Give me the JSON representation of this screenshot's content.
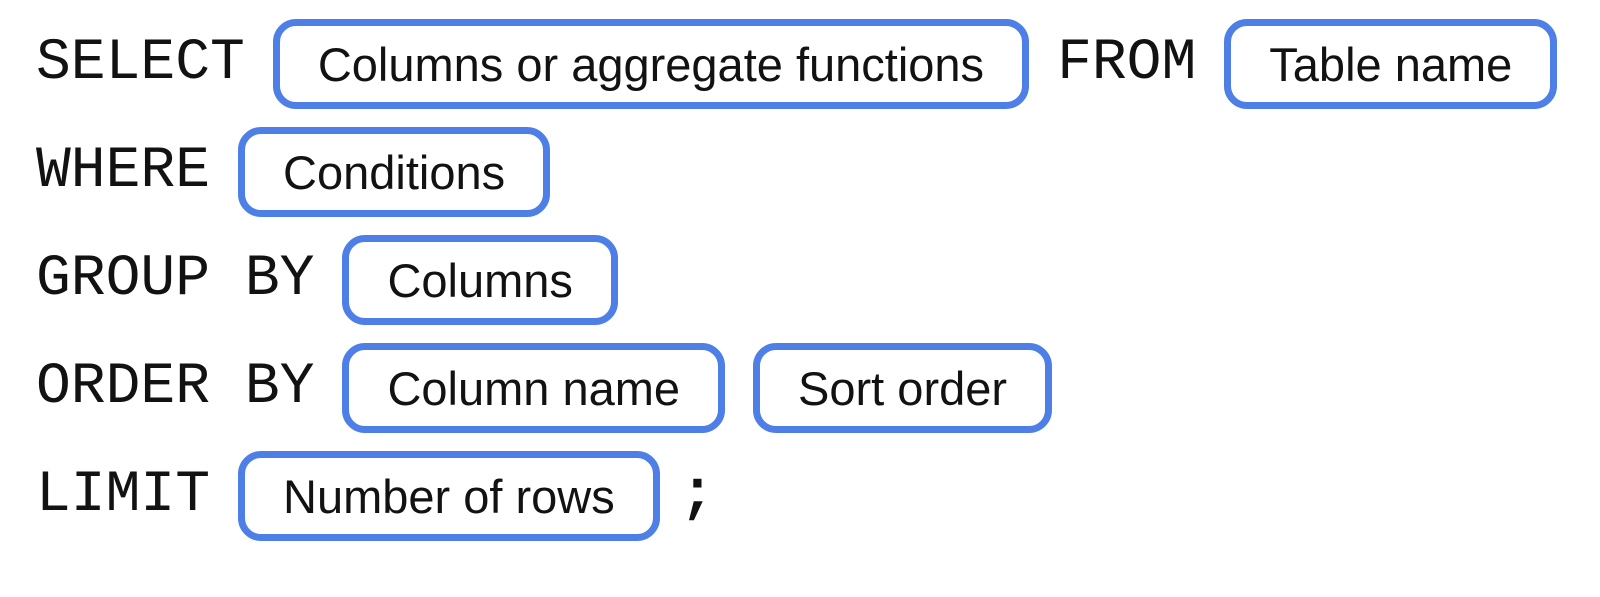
{
  "colors": {
    "pill_border": "#4d7fe6",
    "text": "#121212"
  },
  "rows": {
    "select": {
      "keyword": "SELECT",
      "pill_columns": "Columns or aggregate functions",
      "keyword_from": "FROM",
      "pill_table": "Table name"
    },
    "where": {
      "keyword": "WHERE",
      "pill_conditions": "Conditions"
    },
    "group_by": {
      "keyword": "GROUP BY",
      "pill_columns": "Columns"
    },
    "order_by": {
      "keyword": "ORDER BY",
      "pill_column_name": "Column name",
      "pill_sort_order": "Sort order"
    },
    "limit": {
      "keyword": "LIMIT",
      "pill_number_of_rows": "Number of rows",
      "terminator": ";"
    }
  }
}
